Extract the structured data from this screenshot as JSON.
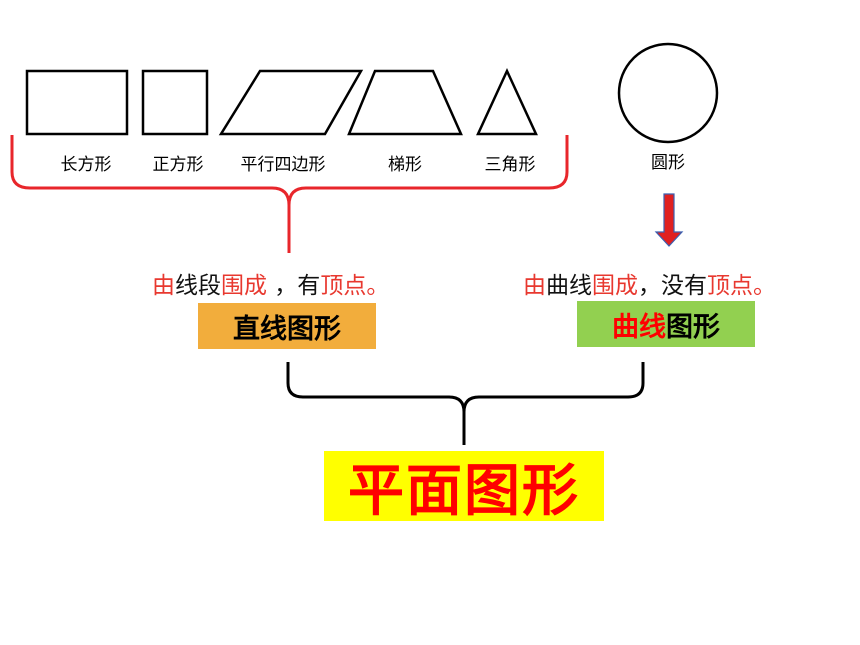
{
  "shapes": [
    {
      "id": "rectangle",
      "label": "长方形"
    },
    {
      "id": "square",
      "label": "正方形"
    },
    {
      "id": "parallelogram",
      "label": "平行四边形"
    },
    {
      "id": "trapezoid",
      "label": "梯形"
    },
    {
      "id": "triangle",
      "label": "三角形"
    },
    {
      "id": "circle",
      "label": "圆形"
    }
  ],
  "straight_desc": {
    "part1": "由",
    "part2": "线段",
    "part3": "围成",
    "part4": " ，有",
    "part5": "顶点。"
  },
  "curve_desc": {
    "part1": "由",
    "part2": "曲线",
    "part3": "围成",
    "part4": "，没有",
    "part5": "顶点。"
  },
  "straight_box": {
    "label": "直线图形"
  },
  "curve_box": {
    "part1": "曲线",
    "part2": "图形"
  },
  "plane_box": {
    "label": "平面图形"
  },
  "colors": {
    "red_text": "#e8382f",
    "orange_box": "#f2ad3c",
    "green_box": "#92d050",
    "yellow_box": "#ffff00",
    "brace_red": "#e8262b",
    "arrow_red": "#e02020",
    "arrow_blue": "#3b5fb0"
  }
}
